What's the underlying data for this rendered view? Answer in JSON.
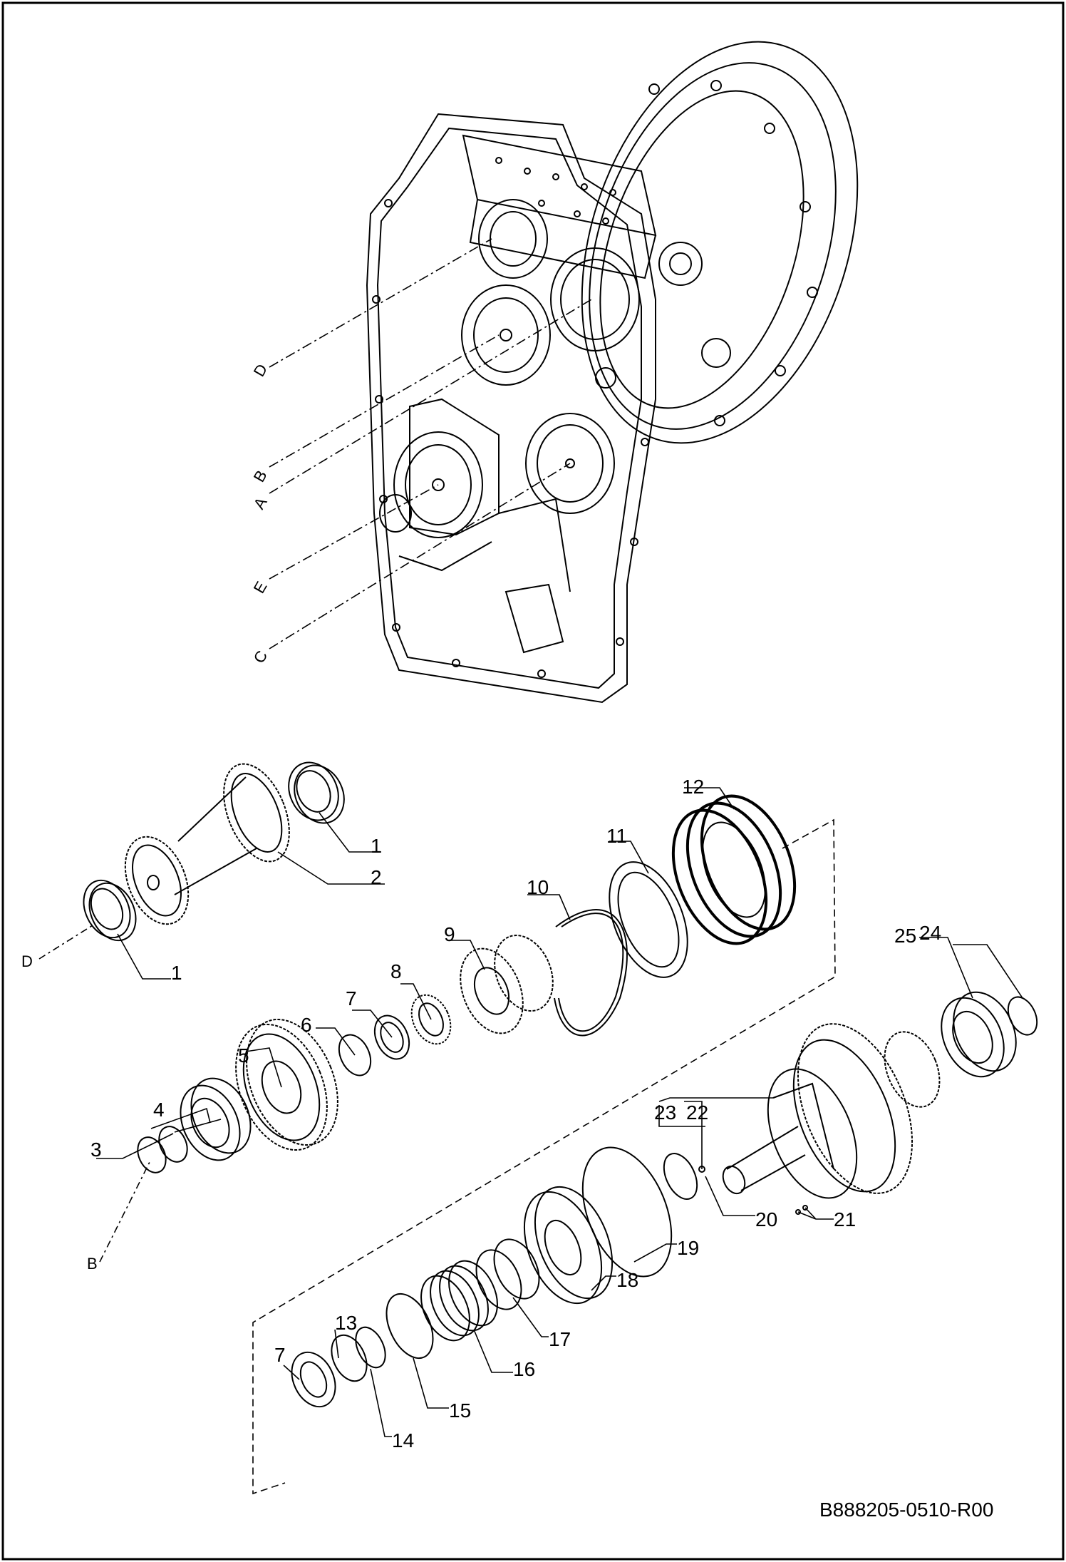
{
  "diagram": {
    "document_code": "B888205-0510-R00",
    "callouts": [
      "1",
      "1",
      "2",
      "3",
      "4",
      "5",
      "6",
      "7",
      "7",
      "8",
      "9",
      "10",
      "11",
      "12",
      "13",
      "14",
      "15",
      "16",
      "17",
      "18",
      "19",
      "20",
      "21",
      "22",
      "23",
      "24",
      "25"
    ],
    "bore_letters": [
      "D",
      "B",
      "A",
      "E",
      "C"
    ],
    "leader_letters": [
      "D",
      "B"
    ],
    "colors": {
      "line": "#000000",
      "background": "#ffffff"
    }
  }
}
